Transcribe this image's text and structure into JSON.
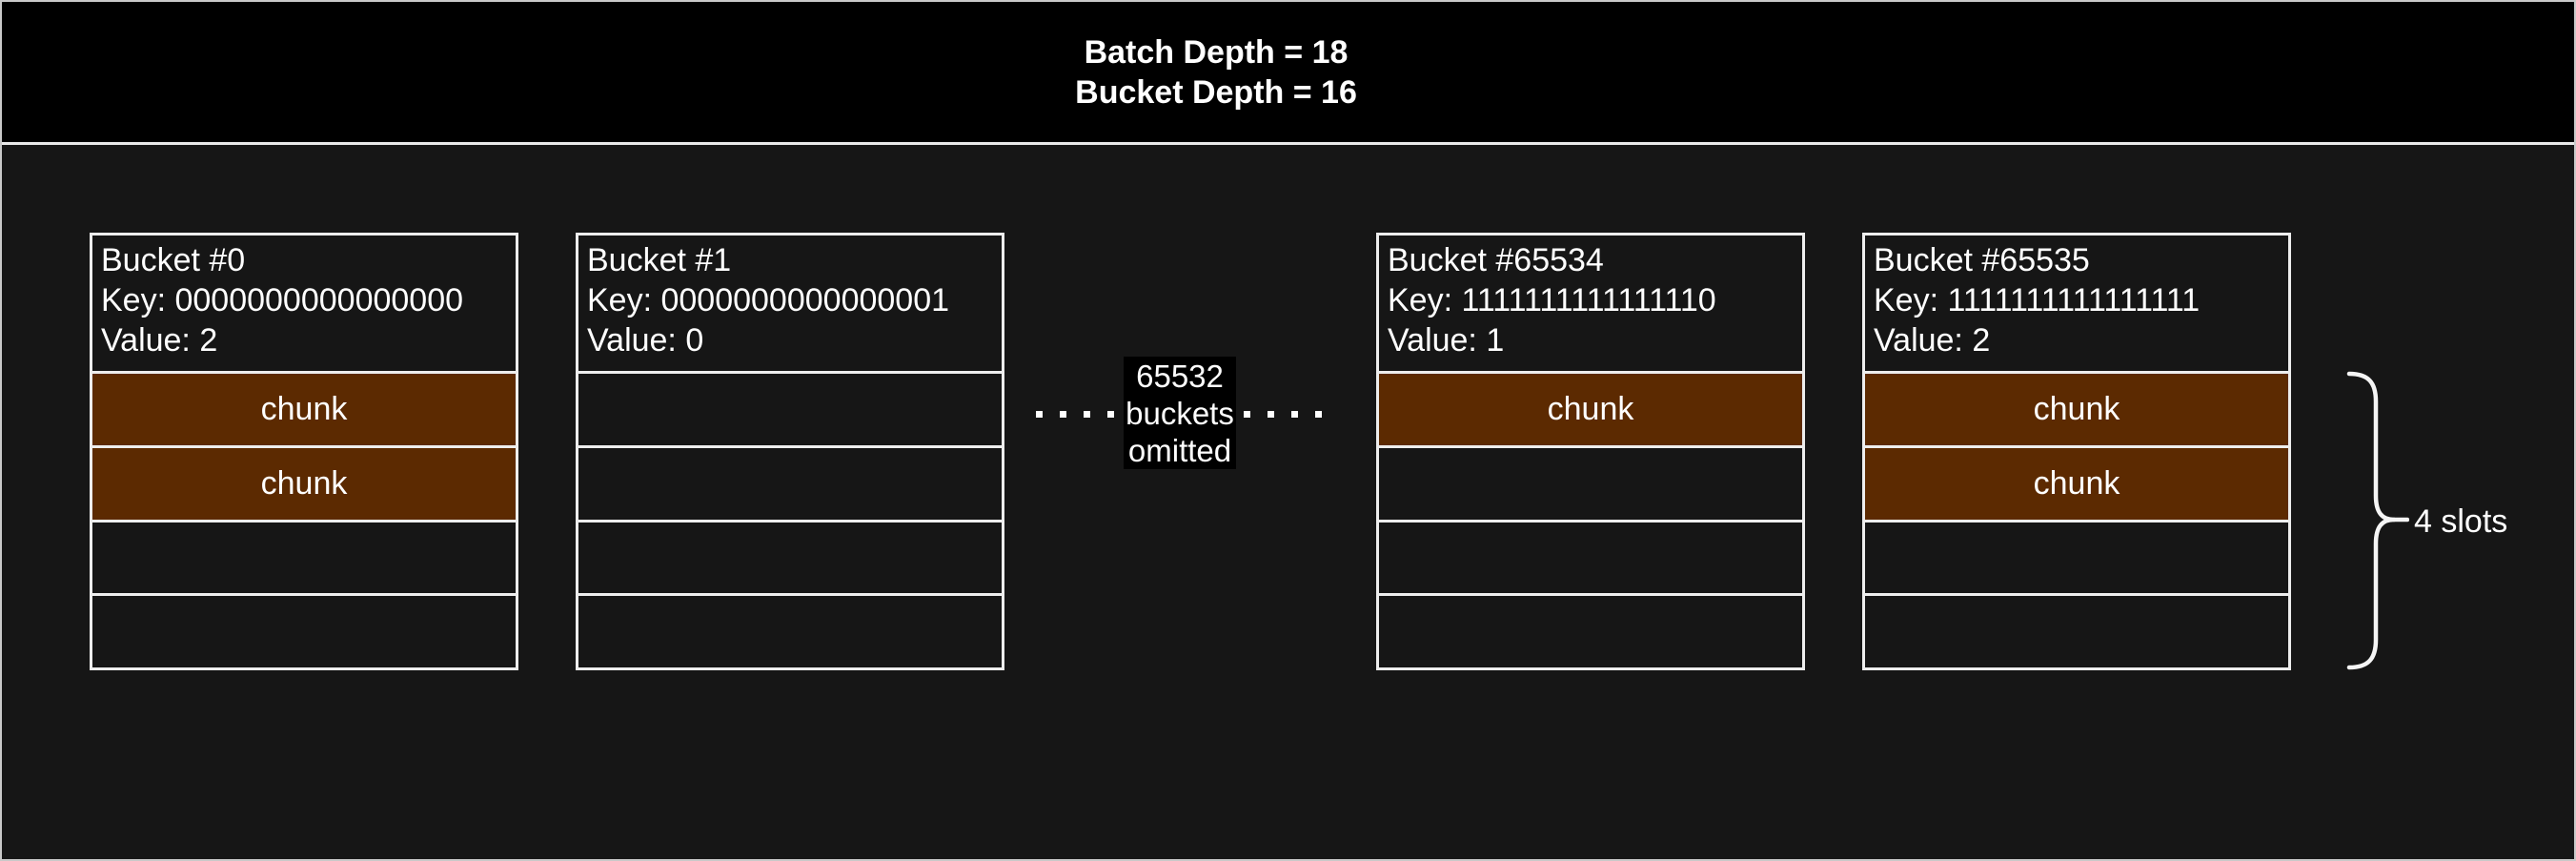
{
  "title": {
    "line1": "Batch Depth = 18",
    "line2": "Bucket Depth = 16"
  },
  "buckets": [
    {
      "title": "Bucket #0",
      "key": "Key: 0000000000000000",
      "value": "Value: 2",
      "slots": [
        "chunk",
        "chunk",
        "",
        ""
      ]
    },
    {
      "title": "Bucket #1",
      "key": "Key: 0000000000000001",
      "value": "Value: 0",
      "slots": [
        "",
        "",
        "",
        ""
      ]
    },
    {
      "title": "Bucket #65534",
      "key": "Key: 1111111111111110",
      "value": "Value: 1",
      "slots": [
        "chunk",
        "",
        "",
        ""
      ]
    },
    {
      "title": "Bucket #65535",
      "key": "Key: 1111111111111111",
      "value": "Value: 2",
      "slots": [
        "chunk",
        "chunk",
        "",
        ""
      ]
    }
  ],
  "omitted": {
    "line1": "65532",
    "line2": "buckets",
    "line3": "omitted",
    "dots_per_side": 4
  },
  "annotation": {
    "slots_label": "4 slots"
  },
  "colors": {
    "chunk": "#5c2a01",
    "page_bg": "#161616",
    "header_bg": "#000000",
    "line": "#ededed",
    "text": "#ffffff"
  }
}
